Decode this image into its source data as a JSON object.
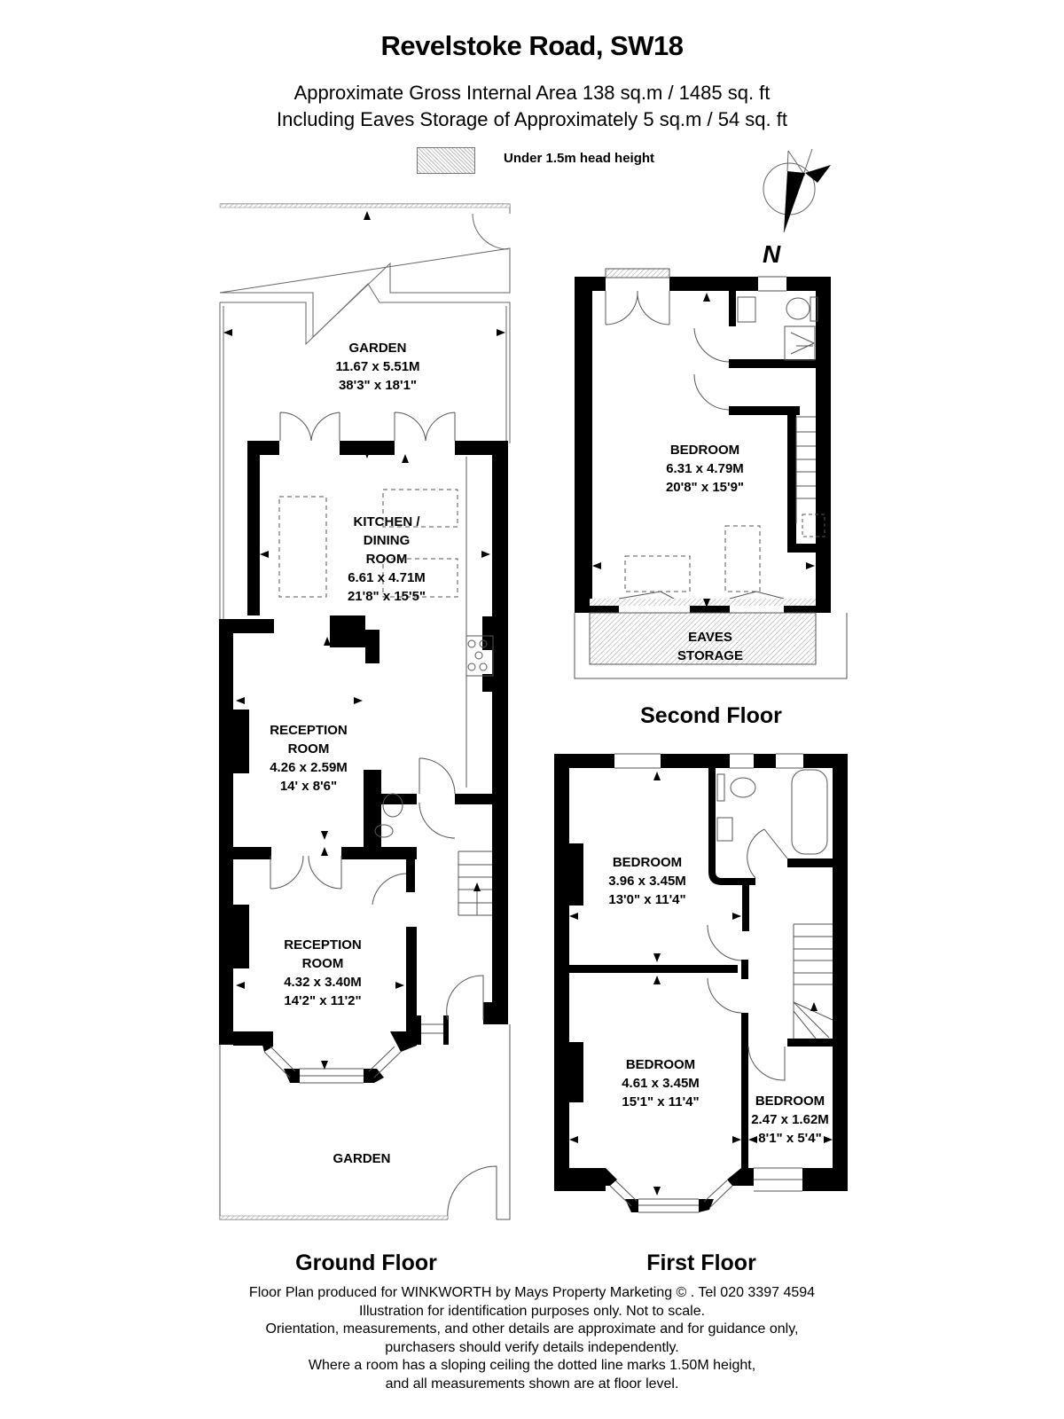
{
  "header": {
    "title": "Revelstoke Road, SW18",
    "area_line": "Approximate Gross Internal Area 138 sq.m  /  1485 sq. ft",
    "eaves_line": "Including Eaves Storage of Approximately 5 sq.m  /  54 sq. ft",
    "legend_label": "Under 1.5m head height"
  },
  "compass": {
    "label": "N"
  },
  "floors": {
    "ground": {
      "label": "Ground Floor",
      "rooms": [
        {
          "name": "GARDEN",
          "metric": "11.67 x 5.51M",
          "imperial": "38'3\" x 18'1\""
        },
        {
          "name": "KITCHEN /",
          "name2": "DINING",
          "name3": "ROOM",
          "metric": "6.61 x 4.71M",
          "imperial": "21'8\" x 15'5\""
        },
        {
          "name": "RECEPTION",
          "name2": "ROOM",
          "metric": "4.26 x 2.59M",
          "imperial": "14' x 8'6\""
        },
        {
          "name": "RECEPTION",
          "name2": "ROOM",
          "metric": "4.32 x 3.40M",
          "imperial": "14'2\" x 11'2\""
        },
        {
          "name": "GARDEN"
        }
      ]
    },
    "first": {
      "label": "First Floor",
      "rooms": [
        {
          "name": "BEDROOM",
          "metric": "3.96 x 3.45M",
          "imperial": "13'0\" x 11'4\""
        },
        {
          "name": "BEDROOM",
          "metric": "4.61 x 3.45M",
          "imperial": "15'1\" x 11'4\""
        },
        {
          "name": "BEDROOM",
          "metric": "2.47 x 1.62M",
          "imperial": "8'1\" x 5'4\""
        }
      ]
    },
    "second": {
      "label": "Second Floor",
      "rooms": [
        {
          "name": "BEDROOM",
          "metric": "6.31 x 4.79M",
          "imperial": "20'8\" x 15'9\""
        },
        {
          "name": "EAVES",
          "name2": "STORAGE"
        }
      ]
    }
  },
  "footer": {
    "lines": [
      "Floor Plan produced for WINKWORTH by Mays Property Marketing  © . Tel 020 3397 4594",
      "Illustration for identification purposes only. Not to scale.",
      "Orientation, measurements, and other details are approximate and for guidance only,",
      "purchasers should verify details independently.",
      "Where a room has a sloping ceiling the dotted line marks 1.50M height,",
      "and all measurements shown are at floor level."
    ]
  },
  "colors": {
    "wall": "#000000",
    "line": "#555555",
    "hatch": "#bbbbbb",
    "background": "#ffffff"
  }
}
